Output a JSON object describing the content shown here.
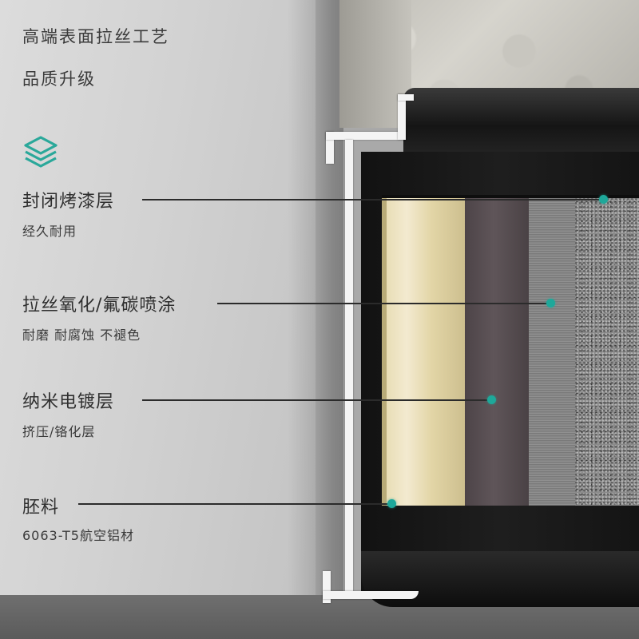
{
  "headline": {
    "line1": "高端表面拉丝工艺",
    "line2": "品质升级"
  },
  "icons": {
    "layers": "layers-stack-icon",
    "layers_color": "#2aa89a"
  },
  "callouts": [
    {
      "label": "封闭烤漆层",
      "sub": "经久耐用"
    },
    {
      "label": "拉丝氧化/氟碳喷涂",
      "sub": "耐磨 耐腐蚀 不褪色"
    },
    {
      "label": "纳米电镀层",
      "sub": "挤压/铬化层"
    },
    {
      "label": "胚料",
      "sub": "6063-T5航空铝材"
    }
  ],
  "colors": {
    "marker_dot": "#1ea89a",
    "text": "#3b3b3b",
    "gold_layer": "#e6dbb0",
    "purple_layer": "#5a5054",
    "brushed_layer": "#858585",
    "grain_layer": "#8a8a8a",
    "profile": "#151515"
  }
}
